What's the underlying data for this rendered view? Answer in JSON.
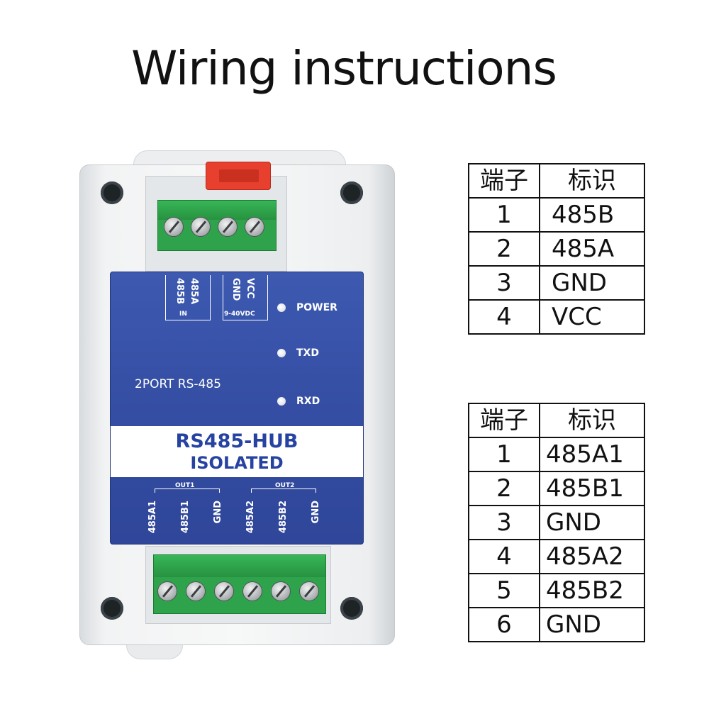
{
  "title": "Wiring instructions",
  "device": {
    "model_line": "2PORT RS-485",
    "brand_title": "RS485-HUB",
    "brand_sub": "ISOLATED",
    "leds": [
      {
        "label": "POWER"
      },
      {
        "label": "TXD"
      },
      {
        "label": "RXD"
      }
    ],
    "input_labels": {
      "a": "485A",
      "b": "485B",
      "in": "IN",
      "vcc": "VCC",
      "gnd": "GND",
      "voltage": "9-40VDC"
    },
    "output_groups": [
      {
        "name": "OUT1",
        "pins": [
          "485A1",
          "485B1",
          "GND"
        ]
      },
      {
        "name": "OUT2",
        "pins": [
          "485A2",
          "485B2",
          "GND"
        ]
      }
    ]
  },
  "input_table": {
    "headers": [
      "端子",
      "标识"
    ],
    "rows": [
      [
        "1",
        "485B"
      ],
      [
        "2",
        "485A"
      ],
      [
        "3",
        "GND"
      ],
      [
        "4",
        "VCC"
      ]
    ]
  },
  "output_table": {
    "headers": [
      "端子",
      "标识"
    ],
    "rows": [
      [
        "1",
        "485A1"
      ],
      [
        "2",
        "485B1"
      ],
      [
        "3",
        "GND"
      ],
      [
        "4",
        "485A2"
      ],
      [
        "5",
        "485B2"
      ],
      [
        "6",
        "GND"
      ]
    ]
  },
  "colors": {
    "panel_blue": "#3650a6",
    "terminal_green": "#2fa34b",
    "brand_text": "#2743a2"
  }
}
